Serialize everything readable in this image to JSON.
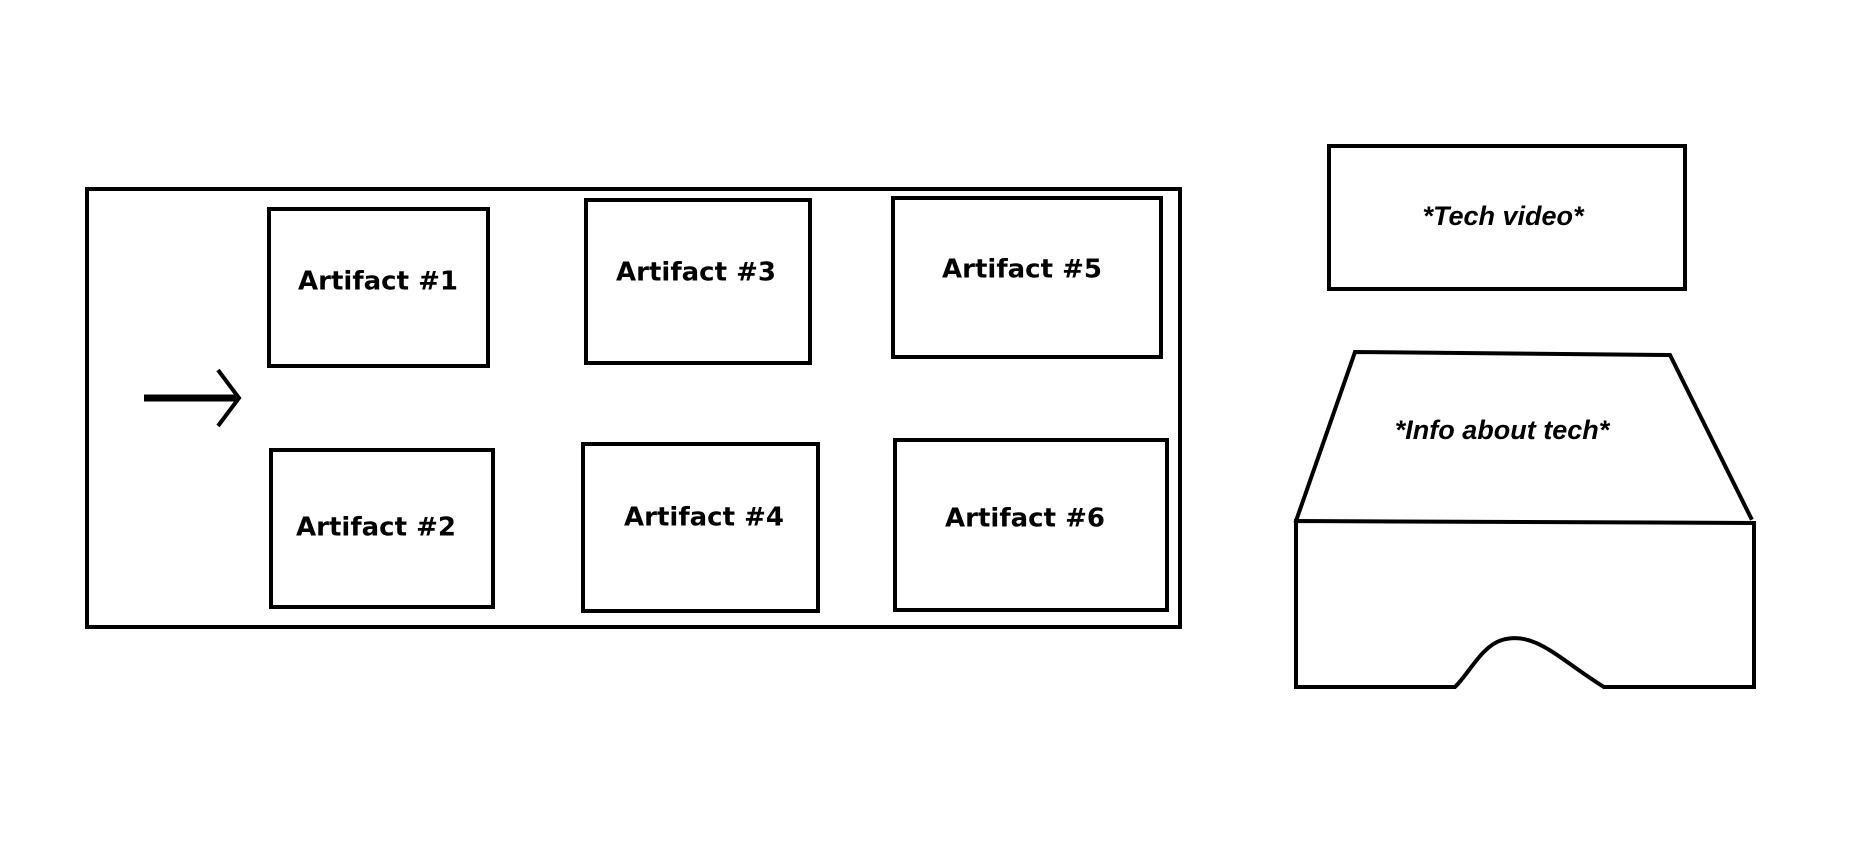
{
  "artifacts": [
    {
      "label": "Artifact #1"
    },
    {
      "label": "Artifact #2"
    },
    {
      "label": "Artifact #3"
    },
    {
      "label": "Artifact #4"
    },
    {
      "label": "Artifact #5"
    },
    {
      "label": "Artifact #6"
    }
  ],
  "tech_video": {
    "label": "*Tech video*"
  },
  "tech_info": {
    "label": "*Info about tech*"
  },
  "colors": {
    "stroke": "#000000",
    "background": "#ffffff"
  },
  "icons": {
    "arrow": "right-arrow-icon",
    "headset": "vr-headset-icon"
  }
}
